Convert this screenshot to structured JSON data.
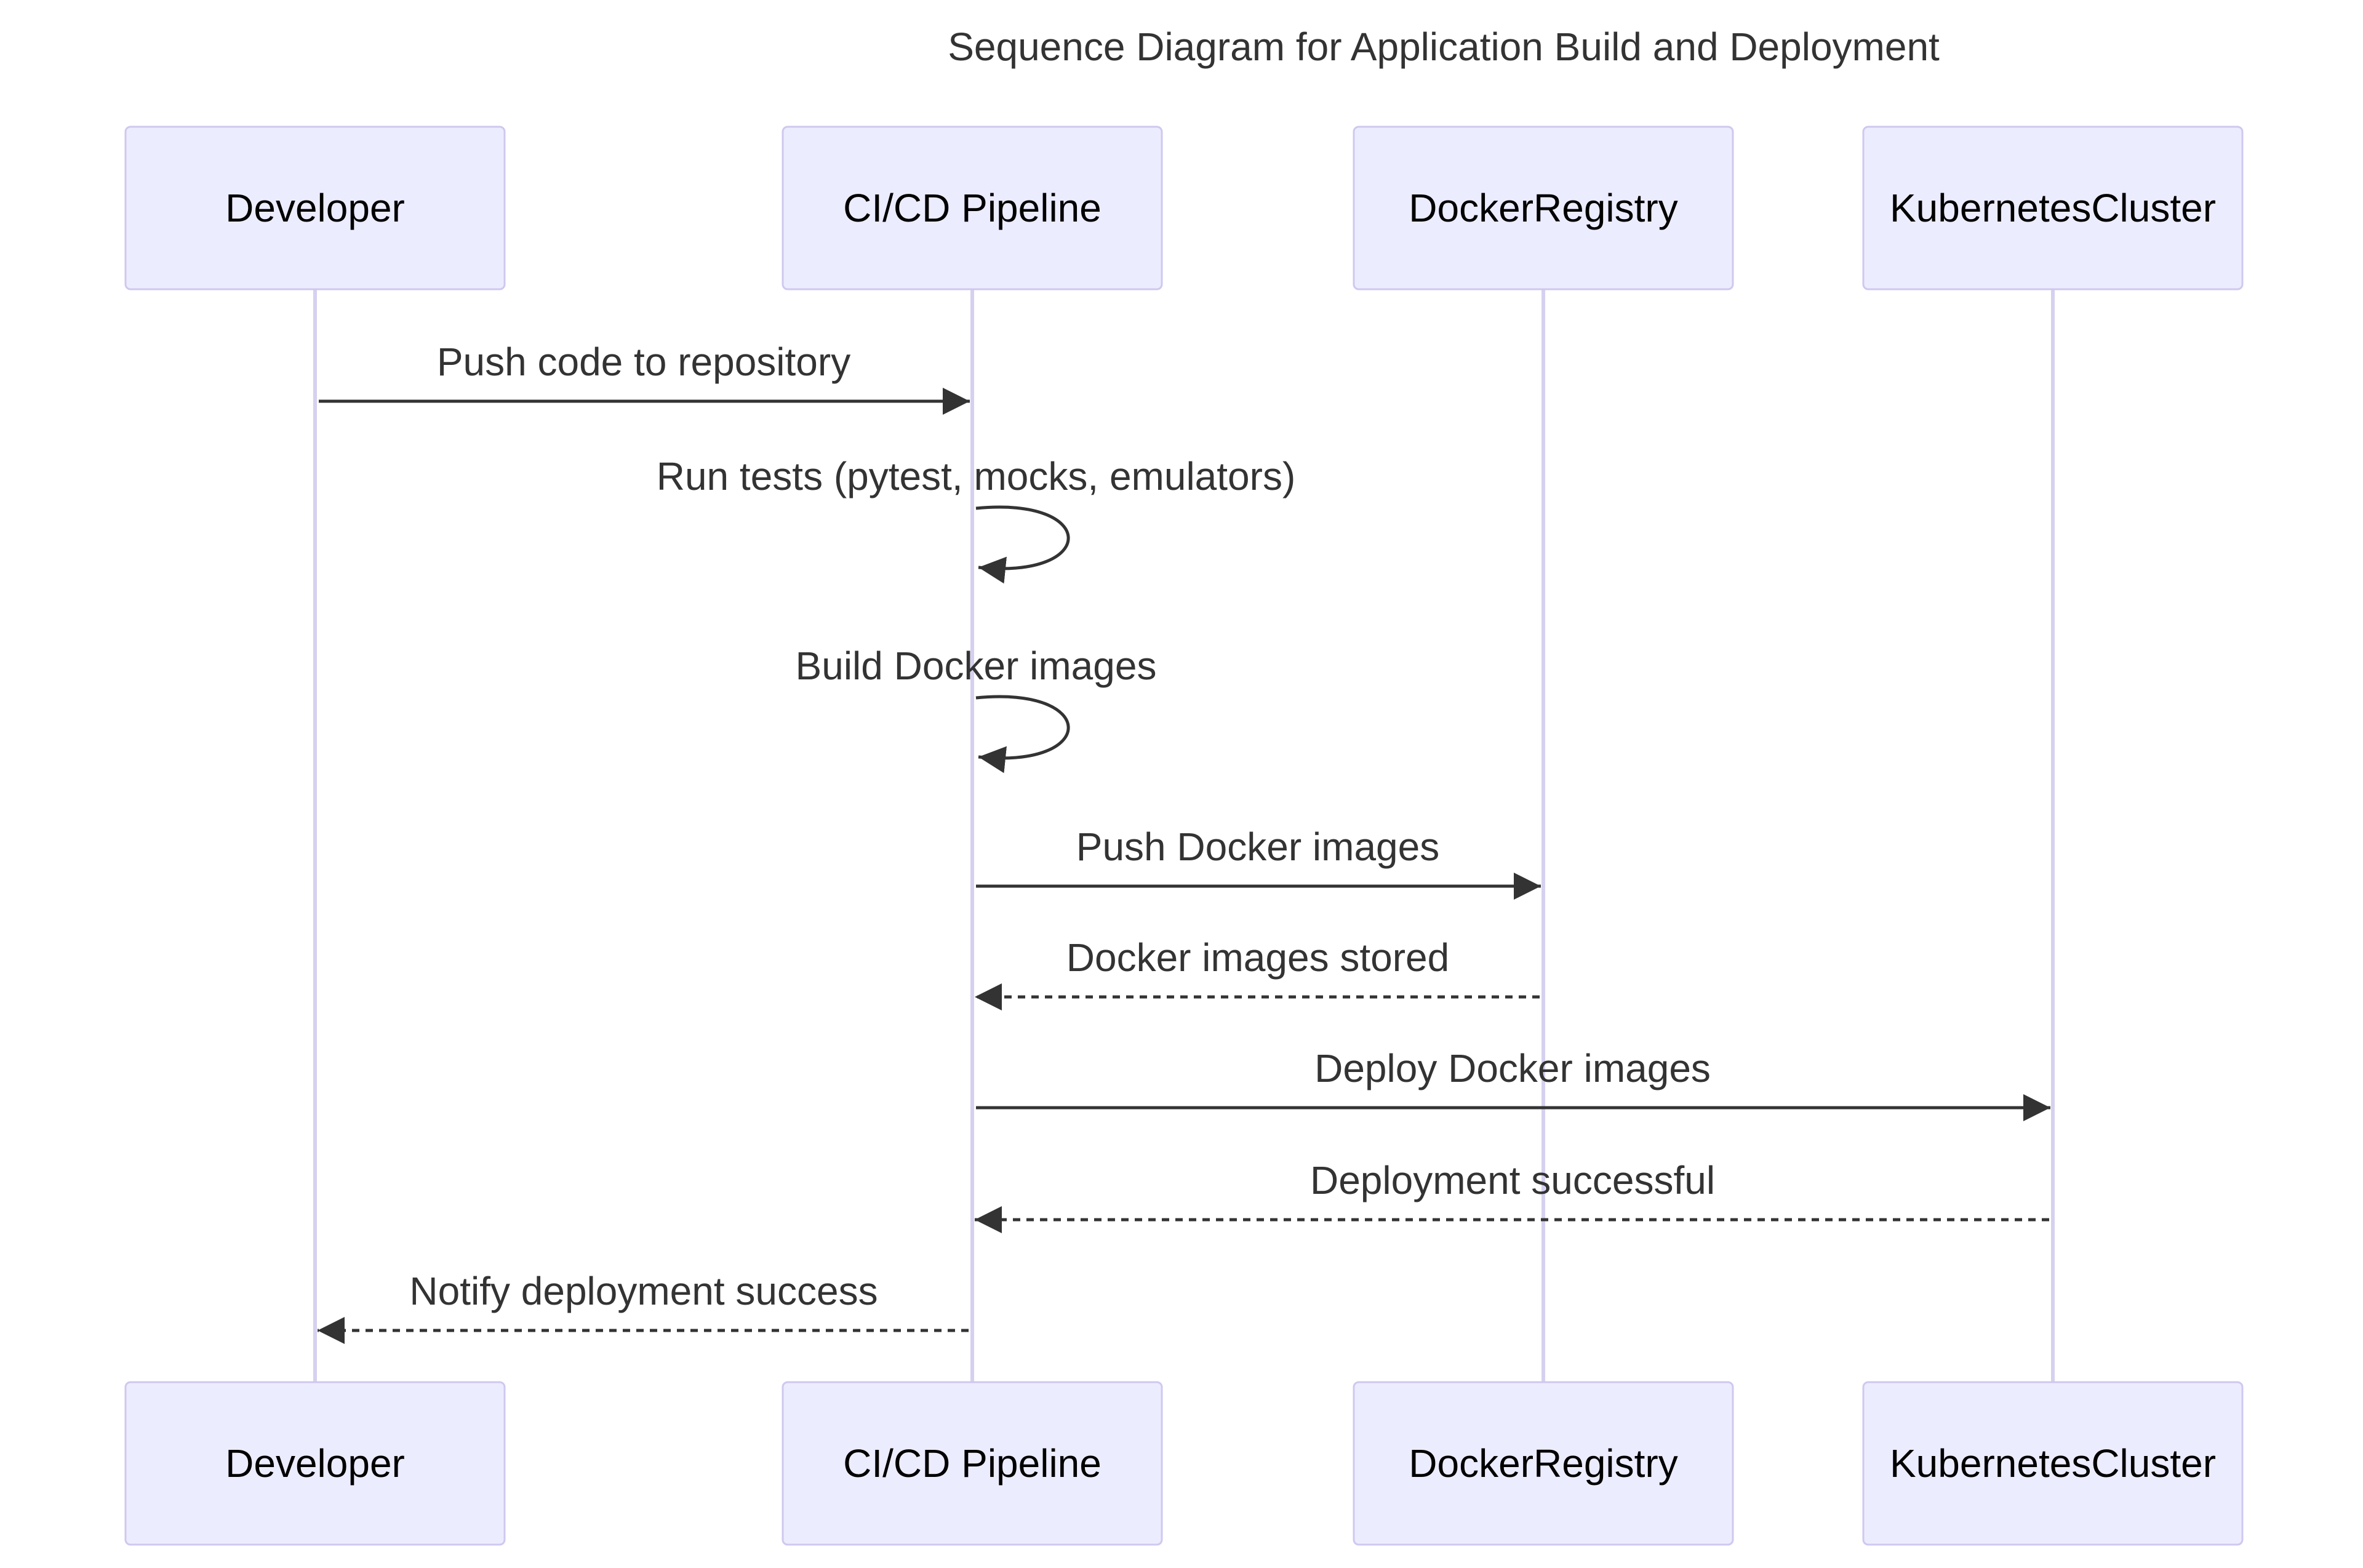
{
  "title": "Sequence Diagram for Application Build and Deployment",
  "actors": [
    {
      "id": "dev",
      "label": "Developer"
    },
    {
      "id": "ci",
      "label": "CI/CD Pipeline"
    },
    {
      "id": "reg",
      "label": "DockerRegistry"
    },
    {
      "id": "k8s",
      "label": "KubernetesCluster"
    }
  ],
  "messages": [
    {
      "from": "dev",
      "to": "ci",
      "label": "Push code to repository",
      "style": "solid"
    },
    {
      "from": "ci",
      "to": "ci",
      "label": "Run tests (pytest, mocks, emulators)",
      "style": "solid"
    },
    {
      "from": "ci",
      "to": "ci",
      "label": "Build Docker images",
      "style": "solid"
    },
    {
      "from": "ci",
      "to": "reg",
      "label": "Push Docker images",
      "style": "solid"
    },
    {
      "from": "reg",
      "to": "ci",
      "label": "Docker images stored",
      "style": "dashed"
    },
    {
      "from": "ci",
      "to": "k8s",
      "label": "Deploy Docker images",
      "style": "solid"
    },
    {
      "from": "k8s",
      "to": "ci",
      "label": "Deployment successful",
      "style": "dashed"
    },
    {
      "from": "ci",
      "to": "dev",
      "label": "Notify deployment success",
      "style": "dashed"
    }
  ],
  "colors": {
    "actor_fill": "#ececff",
    "actor_border": "#cfc8ef",
    "lifeline": "#d6d0f0",
    "message": "#333333"
  }
}
